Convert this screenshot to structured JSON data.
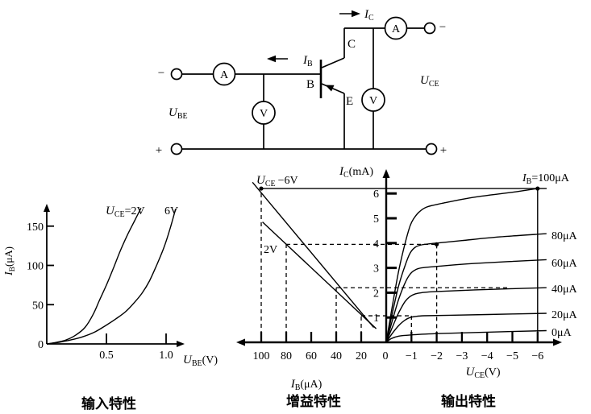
{
  "circuit": {
    "ammeter_label": "A",
    "voltmeter_label": "V",
    "ic_label": {
      "sym": "I",
      "sub": "C"
    },
    "ib_label": {
      "sym": "I",
      "sub": "B"
    },
    "terminal_c": "C",
    "terminal_b": "B",
    "terminal_e": "E",
    "ube_label": {
      "sym": "U",
      "sub": "BE"
    },
    "uce_label": {
      "sym": "U",
      "sub": "CE"
    },
    "polarity": {
      "top_left": "−",
      "top_right": "−",
      "bottom_left": "+",
      "bottom_right": "+"
    }
  },
  "charts": {
    "input": {
      "caption": "输入特性",
      "ylabel": {
        "sym": "I",
        "sub": "B",
        "rest": "(μA)"
      },
      "xlabel": {
        "sym": "U",
        "sub": "BE",
        "rest": "(V)"
      },
      "curve_labels": {
        "c2v": {
          "sym": "U",
          "sub": "CE",
          "rest": "=2V"
        },
        "c6v": "6V"
      }
    },
    "transfer": {
      "caption": "增益特性",
      "xlabel": {
        "sym": "I",
        "sub": "B",
        "rest": "(μA)"
      },
      "ylabel": {
        "sym": "I",
        "sub": "C",
        "rest": "(mA)"
      },
      "line_labels": {
        "l6v": {
          "sym": "U",
          "sub": "CE",
          "rest": "−6V"
        },
        "l2v": "2V"
      }
    },
    "output": {
      "caption": "输出特性",
      "xlabel": {
        "sym": "U",
        "sub": "CE",
        "rest": "(V)"
      },
      "curve_labels": {
        "ib100": {
          "sym": "I",
          "sub": "B",
          "rest": "=100μA"
        },
        "ib80": "80μA",
        "ib60": "60μA",
        "ib40": "40μA",
        "ib20": "20μA",
        "ib0": "0μA"
      }
    }
  },
  "chart_data": [
    {
      "id": "input",
      "type": "line",
      "title": "输入特性",
      "xlabel": "U_BE(V)",
      "ylabel": "I_B(μA)",
      "xlim": [
        0,
        1.15
      ],
      "ylim": [
        0,
        175
      ],
      "x_ticks": {
        "values": [
          0.5,
          1.0
        ],
        "labels": [
          "0.5",
          "1.0"
        ]
      },
      "y_ticks": {
        "values": [
          0,
          50,
          100,
          150
        ],
        "labels": [
          "0",
          "50",
          "100",
          "150"
        ]
      },
      "series": [
        {
          "name": "U_CE=2V",
          "points": [
            [
              0,
              0
            ],
            [
              0.08,
              2
            ],
            [
              0.16,
              5
            ],
            [
              0.24,
              11
            ],
            [
              0.32,
              21
            ],
            [
              0.39,
              38
            ],
            [
              0.44,
              55
            ],
            [
              0.5,
              75
            ],
            [
              0.56,
              97
            ],
            [
              0.62,
              120
            ],
            [
              0.68,
              140
            ],
            [
              0.74,
              158
            ],
            [
              0.79,
              173
            ]
          ]
        },
        {
          "name": "U_CE=6V",
          "points": [
            [
              0,
              0
            ],
            [
              0.1,
              2
            ],
            [
              0.2,
              5
            ],
            [
              0.3,
              9
            ],
            [
              0.4,
              15
            ],
            [
              0.5,
              24
            ],
            [
              0.58,
              32
            ],
            [
              0.66,
              41
            ],
            [
              0.73,
              52
            ],
            [
              0.8,
              65
            ],
            [
              0.86,
              80
            ],
            [
              0.92,
              100
            ],
            [
              0.98,
              122
            ],
            [
              1.03,
              145
            ],
            [
              1.08,
              172
            ]
          ]
        }
      ]
    },
    {
      "id": "transfer",
      "type": "line",
      "title": "增益特性",
      "xlabel": "I_B(μA)",
      "ylabel": "I_C(mA)",
      "x_ticks": {
        "values": [
          100,
          80,
          60,
          40,
          20
        ],
        "labels": [
          "100",
          "80",
          "60",
          "40",
          "20"
        ]
      },
      "series": [
        {
          "name": "U_CE=−6V",
          "points": [
            [
              107,
              6.45
            ],
            [
              10,
              0.6
            ]
          ]
        },
        {
          "name": "U_CE=−2V",
          "points": [
            [
              99,
              4.85
            ],
            [
              8,
              0.55
            ]
          ]
        }
      ],
      "annotations": [
        {
          "i_b": 100,
          "i_c": 6.2,
          "u_ce": -6,
          "style": "solid",
          "dot": "both"
        },
        {
          "i_b": 80,
          "i_c": 3.95,
          "u_ce": -2,
          "style": "dashed",
          "dot": "right"
        },
        {
          "i_b": 40,
          "i_c": 2.2,
          "h_end_u": -4.8,
          "style": "dashed"
        },
        {
          "i_b": 20,
          "i_c": 1.07,
          "u_ce": -1,
          "style": "dashed"
        }
      ]
    },
    {
      "id": "output",
      "type": "line",
      "title": "输出特性",
      "xlabel": "U_CE(V)",
      "ylabel": "I_C(mA)",
      "x_ticks": {
        "values": [
          0,
          -1,
          -2,
          -3,
          -4,
          -5,
          -6
        ],
        "labels": [
          "0",
          "−1",
          "−2",
          "−3",
          "−4",
          "−5",
          "−6"
        ]
      },
      "y_ticks": {
        "values": [
          1,
          2,
          3,
          4,
          5,
          6
        ],
        "labels": [
          "1",
          "2",
          "3",
          "4",
          "5",
          "6"
        ]
      },
      "series": [
        {
          "name": "I_B=100μA",
          "points": [
            [
              0,
              0
            ],
            [
              0.25,
              1.5
            ],
            [
              0.5,
              2.9
            ],
            [
              0.75,
              4.0
            ],
            [
              0.95,
              4.7
            ],
            [
              1.1,
              5.0
            ],
            [
              1.3,
              5.25
            ],
            [
              1.6,
              5.45
            ],
            [
              2.2,
              5.6
            ],
            [
              3.5,
              5.85
            ],
            [
              5,
              6.05
            ],
            [
              6,
              6.2
            ]
          ]
        },
        {
          "name": "I_B=80μA",
          "points": [
            [
              0,
              0
            ],
            [
              0.25,
              1.2
            ],
            [
              0.5,
              2.3
            ],
            [
              0.75,
              3.1
            ],
            [
              0.95,
              3.6
            ],
            [
              1.15,
              3.83
            ],
            [
              1.4,
              3.93
            ],
            [
              1.8,
              3.98
            ],
            [
              2,
              4.0
            ],
            [
              3,
              4.1
            ],
            [
              4.5,
              4.25
            ],
            [
              6.35,
              4.38
            ]
          ]
        },
        {
          "name": "I_B=60μA",
          "points": [
            [
              0,
              0
            ],
            [
              0.25,
              0.9
            ],
            [
              0.5,
              1.75
            ],
            [
              0.75,
              2.4
            ],
            [
              0.95,
              2.75
            ],
            [
              1.15,
              2.92
            ],
            [
              1.4,
              3.0
            ],
            [
              2,
              3.06
            ],
            [
              3.5,
              3.18
            ],
            [
              6.35,
              3.33
            ]
          ]
        },
        {
          "name": "I_B=40μA",
          "points": [
            [
              0,
              0
            ],
            [
              0.25,
              0.62
            ],
            [
              0.5,
              1.2
            ],
            [
              0.75,
              1.65
            ],
            [
              0.95,
              1.85
            ],
            [
              1.15,
              1.95
            ],
            [
              1.4,
              2.0
            ],
            [
              2,
              2.05
            ],
            [
              4,
              2.13
            ],
            [
              6.35,
              2.2
            ]
          ]
        },
        {
          "name": "I_B=20μA",
          "points": [
            [
              0,
              0
            ],
            [
              0.25,
              0.37
            ],
            [
              0.5,
              0.68
            ],
            [
              0.75,
              0.9
            ],
            [
              0.95,
              1.0
            ],
            [
              1.15,
              1.04
            ],
            [
              1.5,
              1.07
            ],
            [
              2.5,
              1.09
            ],
            [
              4,
              1.12
            ],
            [
              6.35,
              1.17
            ]
          ]
        },
        {
          "name": "I_B=0μA",
          "points": [
            [
              0,
              0
            ],
            [
              0.2,
              0.15
            ],
            [
              0.5,
              0.25
            ],
            [
              1,
              0.3
            ],
            [
              2,
              0.35
            ],
            [
              4,
              0.41
            ],
            [
              6.35,
              0.47
            ]
          ]
        }
      ],
      "marked_points": [
        {
          "u_ce": -6,
          "i_c": 6.2
        },
        {
          "u_ce": -2,
          "i_c": 4.0
        }
      ]
    }
  ]
}
